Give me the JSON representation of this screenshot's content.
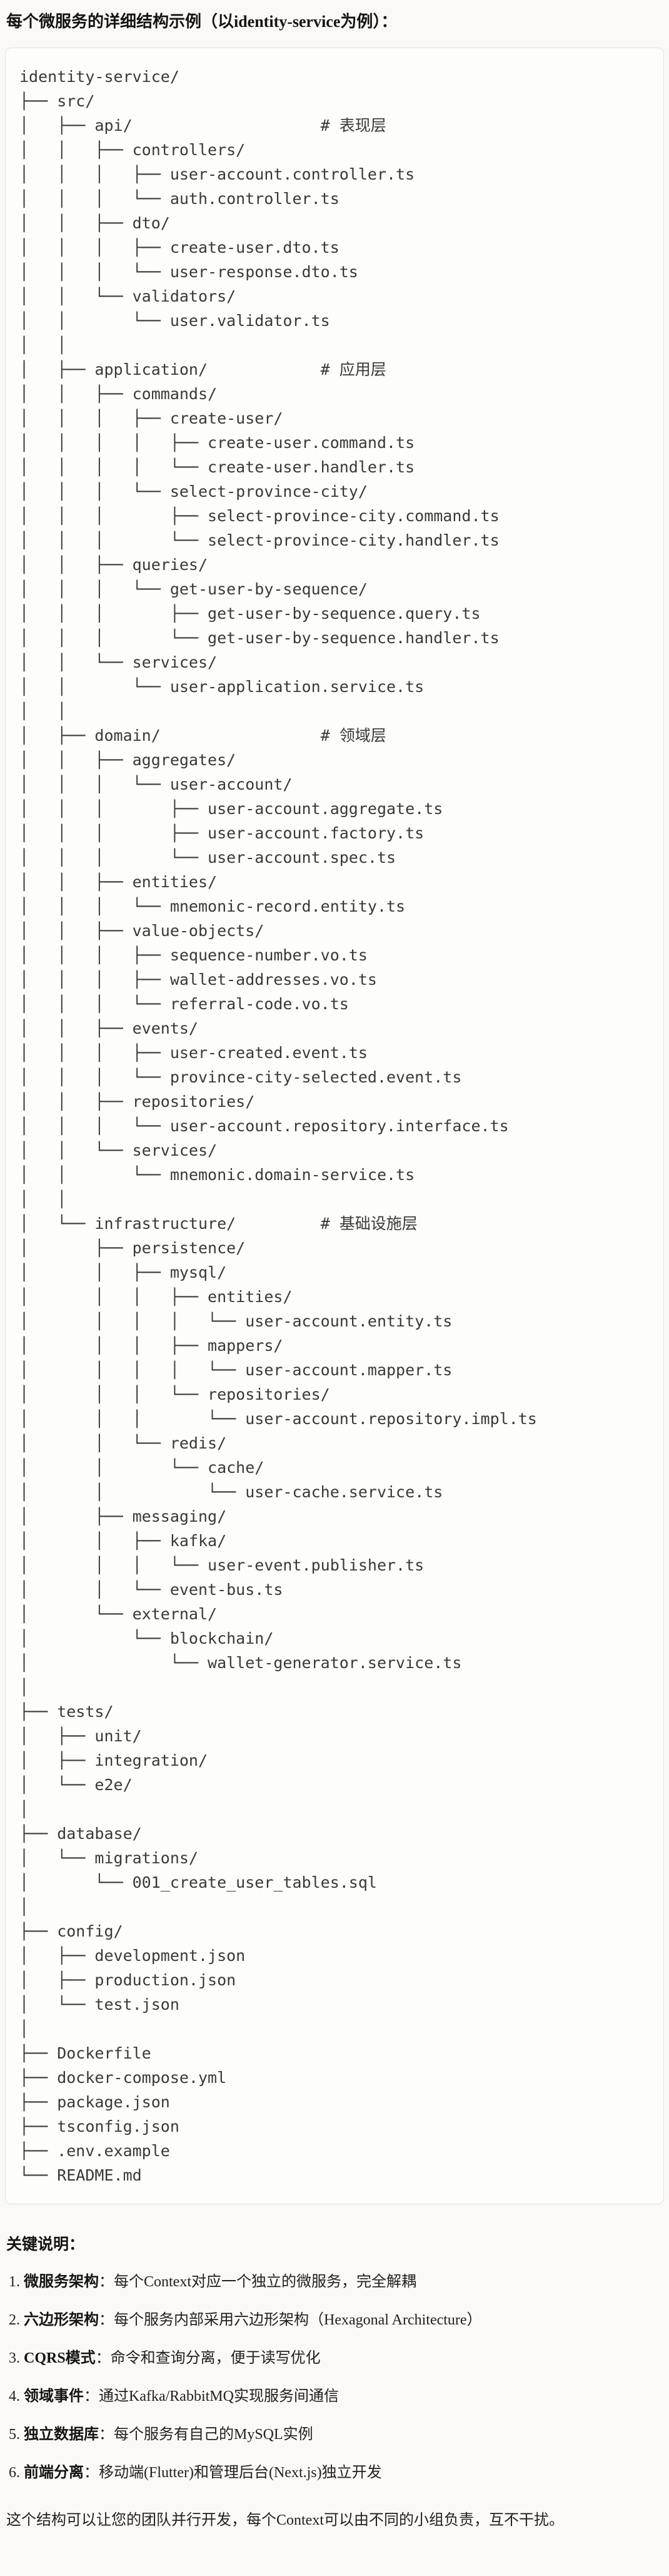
{
  "colors": {
    "page_bg": "#faf9f5",
    "panel_bg": "#fdfdfb",
    "panel_border": "#e4e2da",
    "mono_text": "#3a3a33"
  },
  "page": {
    "title": "每个微服务的详细结构示例（以identity-service为例）："
  },
  "tree": {
    "lines": [
      "identity-service/",
      "├── src/",
      "│   ├── api/                    # 表现层",
      "│   │   ├── controllers/",
      "│   │   │   ├── user-account.controller.ts",
      "│   │   │   └── auth.controller.ts",
      "│   │   ├── dto/",
      "│   │   │   ├── create-user.dto.ts",
      "│   │   │   └── user-response.dto.ts",
      "│   │   └── validators/",
      "│   │       └── user.validator.ts",
      "│   │",
      "│   ├── application/            # 应用层",
      "│   │   ├── commands/",
      "│   │   │   ├── create-user/",
      "│   │   │   │   ├── create-user.command.ts",
      "│   │   │   │   └── create-user.handler.ts",
      "│   │   │   └── select-province-city/",
      "│   │   │       ├── select-province-city.command.ts",
      "│   │   │       └── select-province-city.handler.ts",
      "│   │   ├── queries/",
      "│   │   │   └── get-user-by-sequence/",
      "│   │   │       ├── get-user-by-sequence.query.ts",
      "│   │   │       └── get-user-by-sequence.handler.ts",
      "│   │   └── services/",
      "│   │       └── user-application.service.ts",
      "│   │",
      "│   ├── domain/                 # 领域层",
      "│   │   ├── aggregates/",
      "│   │   │   └── user-account/",
      "│   │   │       ├── user-account.aggregate.ts",
      "│   │   │       ├── user-account.factory.ts",
      "│   │   │       └── user-account.spec.ts",
      "│   │   ├── entities/",
      "│   │   │   └── mnemonic-record.entity.ts",
      "│   │   ├── value-objects/",
      "│   │   │   ├── sequence-number.vo.ts",
      "│   │   │   ├── wallet-addresses.vo.ts",
      "│   │   │   └── referral-code.vo.ts",
      "│   │   ├── events/",
      "│   │   │   ├── user-created.event.ts",
      "│   │   │   └── province-city-selected.event.ts",
      "│   │   ├── repositories/",
      "│   │   │   └── user-account.repository.interface.ts",
      "│   │   └── services/",
      "│   │       └── mnemonic.domain-service.ts",
      "│   │",
      "│   └── infrastructure/         # 基础设施层",
      "│       ├── persistence/",
      "│       │   ├── mysql/",
      "│       │   │   ├── entities/",
      "│       │   │   │   └── user-account.entity.ts",
      "│       │   │   ├── mappers/",
      "│       │   │   │   └── user-account.mapper.ts",
      "│       │   │   └── repositories/",
      "│       │   │       └── user-account.repository.impl.ts",
      "│       │   └── redis/",
      "│       │       └── cache/",
      "│       │           └── user-cache.service.ts",
      "│       ├── messaging/",
      "│       │   ├── kafka/",
      "│       │   │   └── user-event.publisher.ts",
      "│       │   └── event-bus.ts",
      "│       └── external/",
      "│           └── blockchain/",
      "│               └── wallet-generator.service.ts",
      "│",
      "├── tests/",
      "│   ├── unit/",
      "│   ├── integration/",
      "│   └── e2e/",
      "│",
      "├── database/",
      "│   └── migrations/",
      "│       └── 001_create_user_tables.sql",
      "│",
      "├── config/",
      "│   ├── development.json",
      "│   ├── production.json",
      "│   └── test.json",
      "│",
      "├── Dockerfile",
      "├── docker-compose.yml",
      "├── package.json",
      "├── tsconfig.json",
      "├── .env.example",
      "└── README.md"
    ]
  },
  "notes": {
    "heading": "关键说明：",
    "items": [
      {
        "num": "1. ",
        "label": "微服务架构",
        "text": "：每个Context对应一个独立的微服务，完全解耦"
      },
      {
        "num": "2. ",
        "label": "六边形架构",
        "text": "：每个服务内部采用六边形架构（Hexagonal Architecture）"
      },
      {
        "num": "3. ",
        "label": "CQRS模式",
        "text": "：命令和查询分离，便于读写优化"
      },
      {
        "num": "4. ",
        "label": "领域事件",
        "text": "：通过Kafka/RabbitMQ实现服务间通信"
      },
      {
        "num": "5. ",
        "label": "独立数据库",
        "text": "：每个服务有自己的MySQL实例"
      },
      {
        "num": "6. ",
        "label": "前端分离",
        "text": "：移动端(Flutter)和管理后台(Next.js)独立开发"
      }
    ]
  },
  "footer": {
    "text": "这个结构可以让您的团队并行开发，每个Context可以由不同的小组负责，互不干扰。"
  }
}
